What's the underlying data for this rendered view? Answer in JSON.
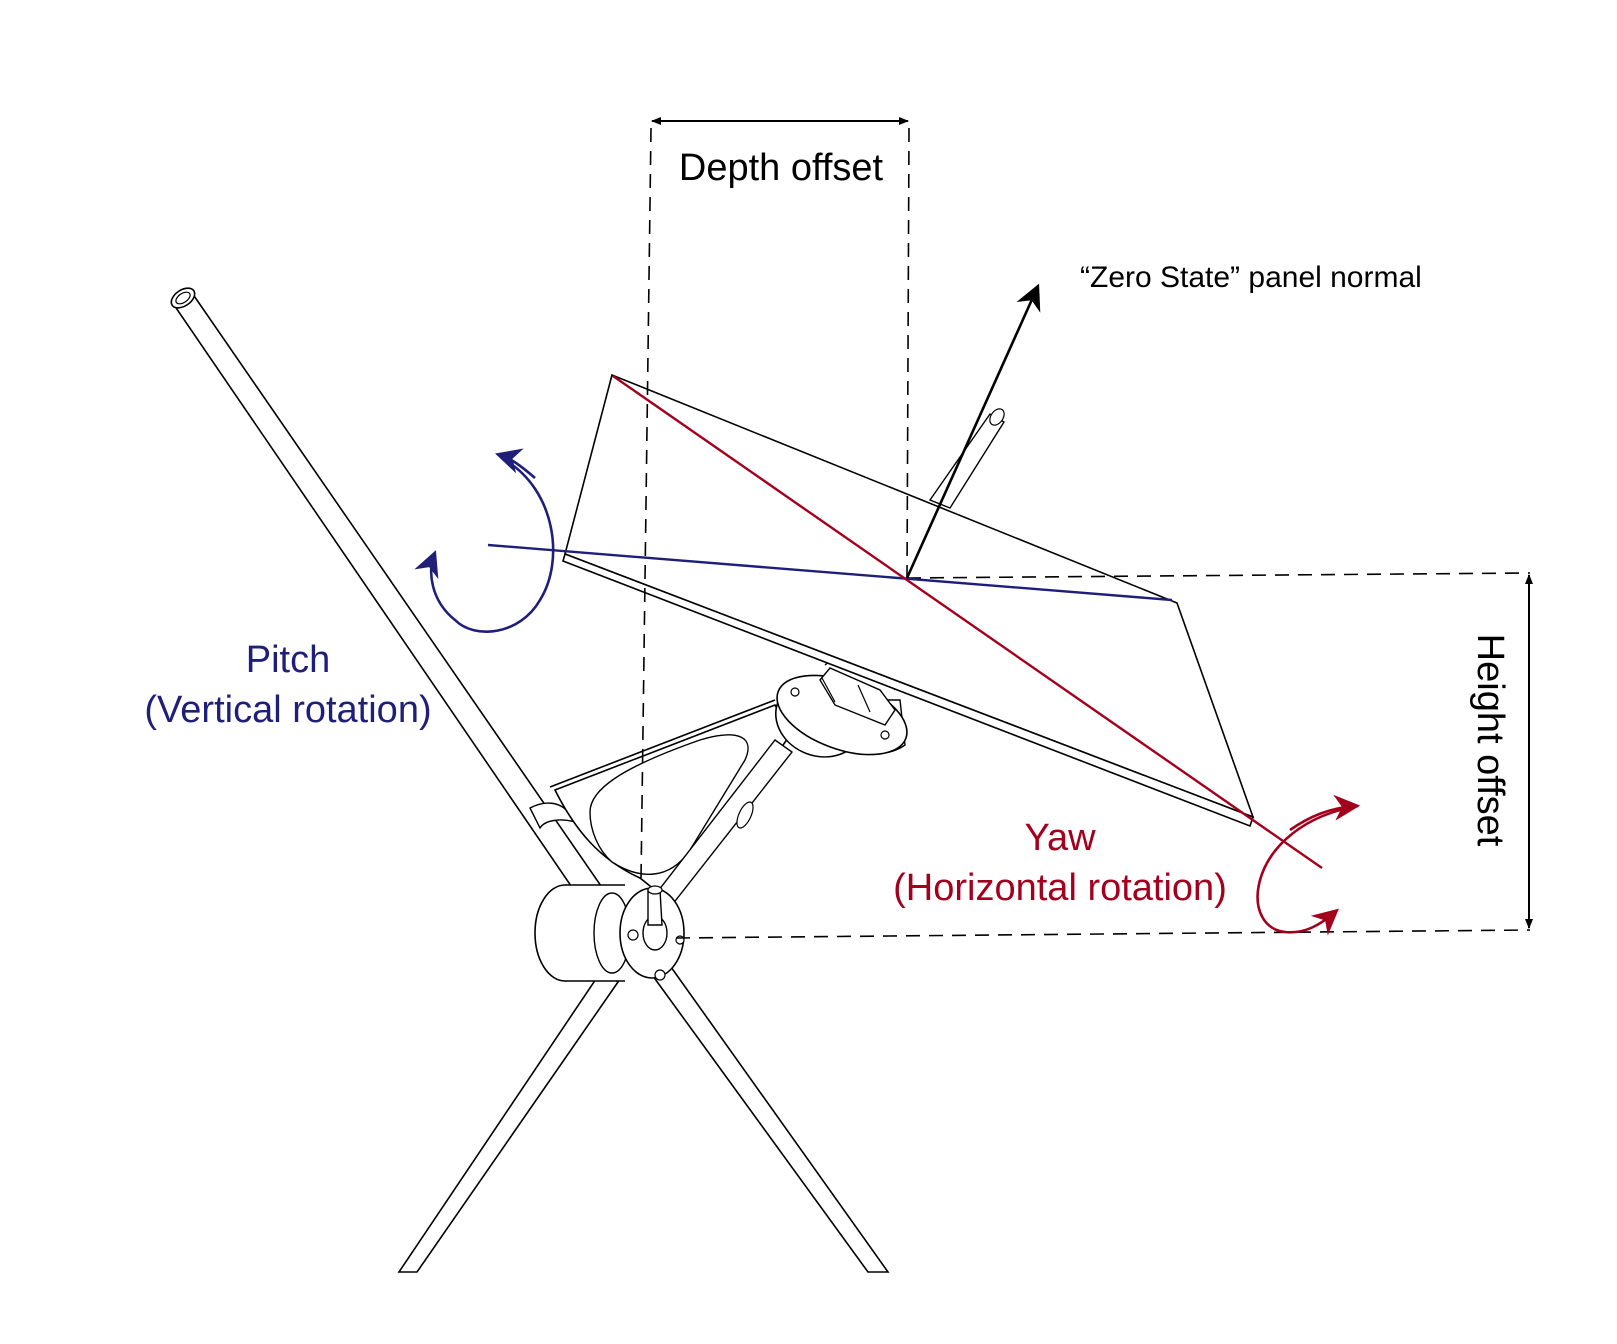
{
  "labels": {
    "depth_offset": "Depth offset",
    "zero_state": "“Zero State” panel normal",
    "pitch_title": "Pitch",
    "pitch_subtitle": "(Vertical rotation)",
    "yaw_title": "Yaw",
    "yaw_subtitle": "(Horizontal rotation)",
    "height_offset": "Height offset"
  },
  "colors": {
    "pitch": "#1f1f7a",
    "yaw": "#a3001e",
    "outline": "#000000"
  }
}
